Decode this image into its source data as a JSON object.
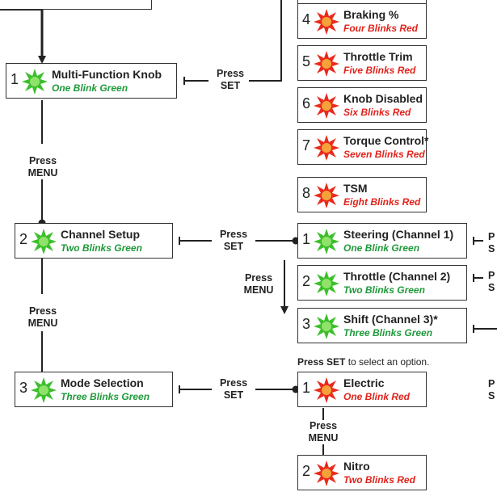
{
  "main_menu": [
    {
      "num": "1",
      "title": "Multi-Function Knob",
      "blinks": "One Blink Green",
      "color": "green"
    },
    {
      "num": "2",
      "title": "Channel Setup",
      "blinks": "Two Blinks Green",
      "color": "green"
    },
    {
      "num": "3",
      "title": "Mode Selection",
      "blinks": "Three Blinks Green",
      "color": "green"
    }
  ],
  "knob_options": [
    {
      "num": "4",
      "title": "Braking %",
      "blinks": "Four Blinks Red",
      "color": "red"
    },
    {
      "num": "5",
      "title": "Throttle Trim",
      "blinks": "Five Blinks Red",
      "color": "red"
    },
    {
      "num": "6",
      "title": "Knob Disabled",
      "blinks": "Six Blinks Red",
      "color": "red"
    },
    {
      "num": "7",
      "title": "Torque Control*",
      "blinks": "Seven Blinks Red",
      "color": "red"
    },
    {
      "num": "8",
      "title": "TSM",
      "blinks": "Eight Blinks Red",
      "color": "red"
    }
  ],
  "channel_options": [
    {
      "num": "1",
      "title": "Steering (Channel 1)",
      "blinks": "One Blink Green",
      "color": "green"
    },
    {
      "num": "2",
      "title": "Throttle (Channel 2)",
      "blinks": "Two Blinks Green",
      "color": "green"
    },
    {
      "num": "3",
      "title": "Shift (Channel 3)*",
      "blinks": "Three Blinks Green",
      "color": "green"
    }
  ],
  "mode_options": [
    {
      "num": "1",
      "title": "Electric",
      "blinks": "One Blink Red",
      "color": "red"
    },
    {
      "num": "2",
      "title": "Nitro",
      "blinks": "Two Blinks Red",
      "color": "red"
    }
  ],
  "commands": {
    "press": "Press",
    "set": "SET",
    "menu": "MENU",
    "right_press": "P",
    "right_set": "S"
  },
  "note": {
    "bold": "Press SET",
    "rest": " to select an option."
  },
  "colors": {
    "green_text": "#1f9a3a",
    "red_text": "#e0231c",
    "line": "#222222"
  }
}
